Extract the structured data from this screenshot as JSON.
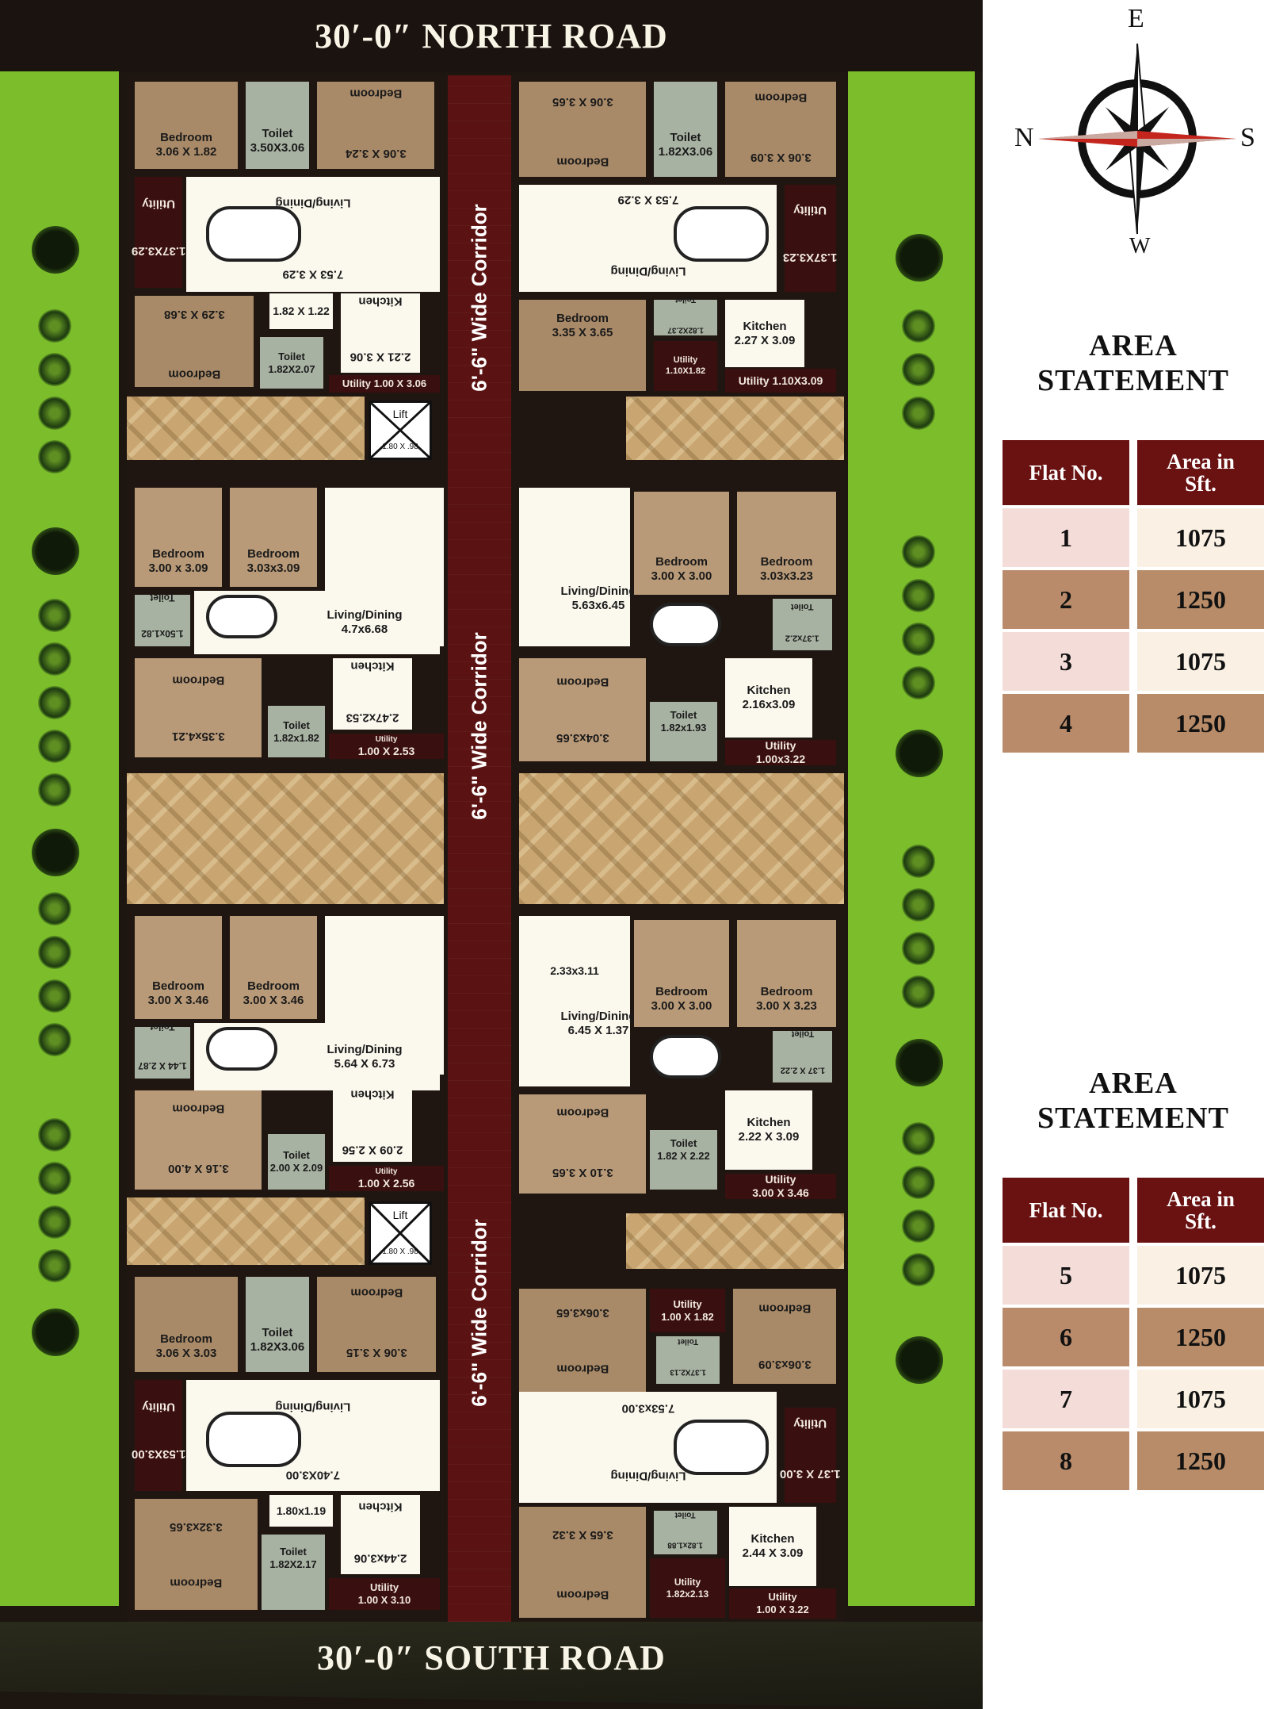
{
  "roads": {
    "north": "30′-0″ NORTH ROAD",
    "south": "30′-0″ SOUTH ROAD"
  },
  "corridor_label": "6'-6\" Wide Corridor",
  "lift": {
    "label": "Lift",
    "dimension": "1.80 X .98"
  },
  "compass": {
    "top": "E",
    "bottom": "W",
    "left": "N",
    "right": "S"
  },
  "colors": {
    "green_belt": "#7bbd2a",
    "corridor": "#5a1212",
    "table_header": "#6a1212",
    "bedroom": "#a98a68",
    "toilet": "#a8b2a2",
    "living": "#fbf8ee"
  },
  "area_statement_1": {
    "title_line1": "AREA",
    "title_line2": "STATEMENT",
    "col_flat": "Flat No.",
    "col_area_line1": "Area in",
    "col_area_line2": "Sft.",
    "rows": [
      {
        "flat": "1",
        "area": "1075"
      },
      {
        "flat": "2",
        "area": "1250"
      },
      {
        "flat": "3",
        "area": "1075"
      },
      {
        "flat": "4",
        "area": "1250"
      }
    ]
  },
  "area_statement_2": {
    "title_line1": "AREA",
    "title_line2": "STATEMENT",
    "col_flat": "Flat No.",
    "col_area_line1": "Area in",
    "col_area_line2": "Sft.",
    "rows": [
      {
        "flat": "5",
        "area": "1075"
      },
      {
        "flat": "6",
        "area": "1250"
      },
      {
        "flat": "7",
        "area": "1075"
      },
      {
        "flat": "8",
        "area": "1250"
      }
    ]
  },
  "flats": {
    "f1": {
      "bed_a": {
        "name": "Bedroom",
        "dim": "3.06 X 1.82"
      },
      "toilet_a": {
        "name": "Toilet",
        "dim": "3.50X3.06"
      },
      "bed_b": {
        "name": "Bedroom",
        "dim": "3.06 X 3.24"
      },
      "utility_a": {
        "name": "Utility",
        "dim": "1.37X3.29"
      },
      "living": {
        "name": "Living/Dining",
        "dim": "7.53 X 3.29"
      },
      "passage": {
        "dim": "1.82 X 1.22"
      },
      "kitchen": {
        "name": "Kitchen",
        "dim": "2.21 X 3.06"
      },
      "bed_c": {
        "name": "Bedroom",
        "dim": "3.29 X 3.68"
      },
      "toilet_b": {
        "name": "Toilet",
        "dim": "1.82X2.07"
      },
      "utility_b": {
        "name": "Utility",
        "dim": "1.00 X 3.06"
      }
    },
    "f2": {
      "bed_a": {
        "name": "Bedroom",
        "dim": "3.06 X 3.65"
      },
      "toilet_a": {
        "name": "Toilet",
        "dim": "1.82X3.06"
      },
      "bed_b": {
        "name": "Bedroom",
        "dim": "3.06 X 3.09"
      },
      "living": {
        "name": "Living/Dining",
        "dim": "7.53 X 3.29"
      },
      "utility_a": {
        "name": "Utility",
        "dim": "1.37X3.23"
      },
      "bed_c": {
        "name": "Bedroom",
        "dim": "3.35 X 3.65"
      },
      "toilet_b": {
        "name": "Toilet",
        "dim": "1.82X2.37"
      },
      "kitchen": {
        "name": "Kitchen",
        "dim": "2.27 X 3.09"
      },
      "utility_b": {
        "name": "Utility",
        "dim": "1.10X1.82"
      },
      "utility_c": {
        "name": "Utility",
        "dim": "1.10X3.09"
      }
    },
    "f3": {
      "bed_a": {
        "name": "Bedroom",
        "dim": "3.00 x 3.09"
      },
      "bed_b": {
        "name": "Bedroom",
        "dim": "3.03x3.09"
      },
      "toilet_a": {
        "name": "Toilet",
        "dim": "1.50x1.82"
      },
      "living": {
        "name": "Living/Dining",
        "dim": "4.7x6.68"
      },
      "kitchen": {
        "name": "Kitchen",
        "dim": "2.47x2.53"
      },
      "bed_c": {
        "name": "Bedroom",
        "dim": "3.35x4.21"
      },
      "toilet_b": {
        "name": "Toilet",
        "dim": "1.82x1.82"
      },
      "utility": {
        "name": "Utility",
        "dim": "1.00 X 2.53"
      }
    },
    "f4": {
      "bed_a": {
        "name": "Bedroom",
        "dim": "3.00 X 3.00"
      },
      "bed_b": {
        "name": "Bedroom",
        "dim": "3.03x3.23"
      },
      "living": {
        "name": "Living/Dining",
        "dim": "5.63x6.45"
      },
      "toilet_a": {
        "name": "Toilet",
        "dim": "1.37x2.2"
      },
      "bed_c": {
        "name": "Bedroom",
        "dim": "3.04x3.65"
      },
      "toilet_b": {
        "name": "Toilet",
        "dim": "1.82x1.93"
      },
      "kitchen": {
        "name": "Kitchen",
        "dim": "2.16x3.09"
      },
      "utility": {
        "name": "Utility",
        "dim": "1.00x3.22"
      }
    },
    "f5": {
      "bed_a": {
        "name": "Bedroom",
        "dim": "3.00 X 3.46"
      },
      "bed_b": {
        "name": "Bedroom",
        "dim": "3.00 X 3.46"
      },
      "toilet_a": {
        "name": "Toilet",
        "dim": "1.44 X 2.87"
      },
      "living": {
        "name": "Living/Dining",
        "dim": "5.64 X 6.73"
      },
      "kitchen": {
        "name": "Kitchen",
        "dim": "2.09 X 2.56"
      },
      "bed_c": {
        "name": "Bedroom",
        "dim": "3.16 X 4.00"
      },
      "toilet_b": {
        "name": "Toilet",
        "dim": "2.00 X 2.09"
      },
      "utility": {
        "name": "Utility",
        "dim": "1.00 X 2.56"
      }
    },
    "f6": {
      "passage": {
        "dim": "2.33x3.11"
      },
      "bed_a": {
        "name": "Bedroom",
        "dim": "3.00 X 3.00"
      },
      "bed_b": {
        "name": "Bedroom",
        "dim": "3.00 X 3.23"
      },
      "living": {
        "name": "Living/Dining",
        "dim": "6.45 X 1.37"
      },
      "toilet_a": {
        "name": "Toilet",
        "dim": "1.37 X 2.22"
      },
      "bed_c": {
        "name": "Bedroom",
        "dim": "3.10 X 3.65"
      },
      "toilet_b": {
        "name": "Toilet",
        "dim": "1.82 X 2.22"
      },
      "kitchen": {
        "name": "Kitchen",
        "dim": "2.22 X 3.09"
      },
      "utility": {
        "name": "Utility",
        "dim": "3.00 X 3.46"
      }
    },
    "f7": {
      "bed_a": {
        "name": "Bedroom",
        "dim": "3.06 X 3.03"
      },
      "toilet_a": {
        "name": "Toilet",
        "dim": "1.82X3.06"
      },
      "bed_b": {
        "name": "Bedroom",
        "dim": "3.06 X 3.15"
      },
      "utility_a": {
        "name": "Utility",
        "dim": "1.53X3.00"
      },
      "living": {
        "name": "Living/Dining",
        "dim": "7.40X3.00"
      },
      "passage": {
        "dim": "1.80x1.19"
      },
      "kitchen": {
        "name": "Kitchen",
        "dim": "2.44x3.06"
      },
      "bed_c": {
        "name": "Bedroom",
        "dim": "3.32x3.65"
      },
      "toilet_b": {
        "name": "Toilet",
        "dim": "1.82X2.17"
      },
      "utility_b": {
        "name": "Utility",
        "dim": "1.00 X 3.10"
      }
    },
    "f8": {
      "bed_a": {
        "name": "Bedroom",
        "dim": "3.06x3.65"
      },
      "utility_a": {
        "name": "Utility",
        "dim": "1.00 X 1.82"
      },
      "toilet_a": {
        "name": "Toilet",
        "dim": "1.37X2.13"
      },
      "bed_b": {
        "name": "Bedroom",
        "dim": "3.06x3.09"
      },
      "living": {
        "name": "Living/Dining",
        "dim": "7.53x3.00"
      },
      "utility_b": {
        "name": "Utility",
        "dim": "1.37 X 3.00"
      },
      "toilet_b": {
        "name": "Toilet",
        "dim": "1.82x1.88"
      },
      "kitchen": {
        "name": "Kitchen",
        "dim": "2.44 X 3.09"
      },
      "bed_c": {
        "name": "Bedroom",
        "dim": "3.65 X 3.32"
      },
      "utility_c": {
        "name": "Utility",
        "dim": "1.82x2.13"
      },
      "utility_d": {
        "name": "Utility",
        "dim": "1.00 X 3.22"
      }
    }
  }
}
